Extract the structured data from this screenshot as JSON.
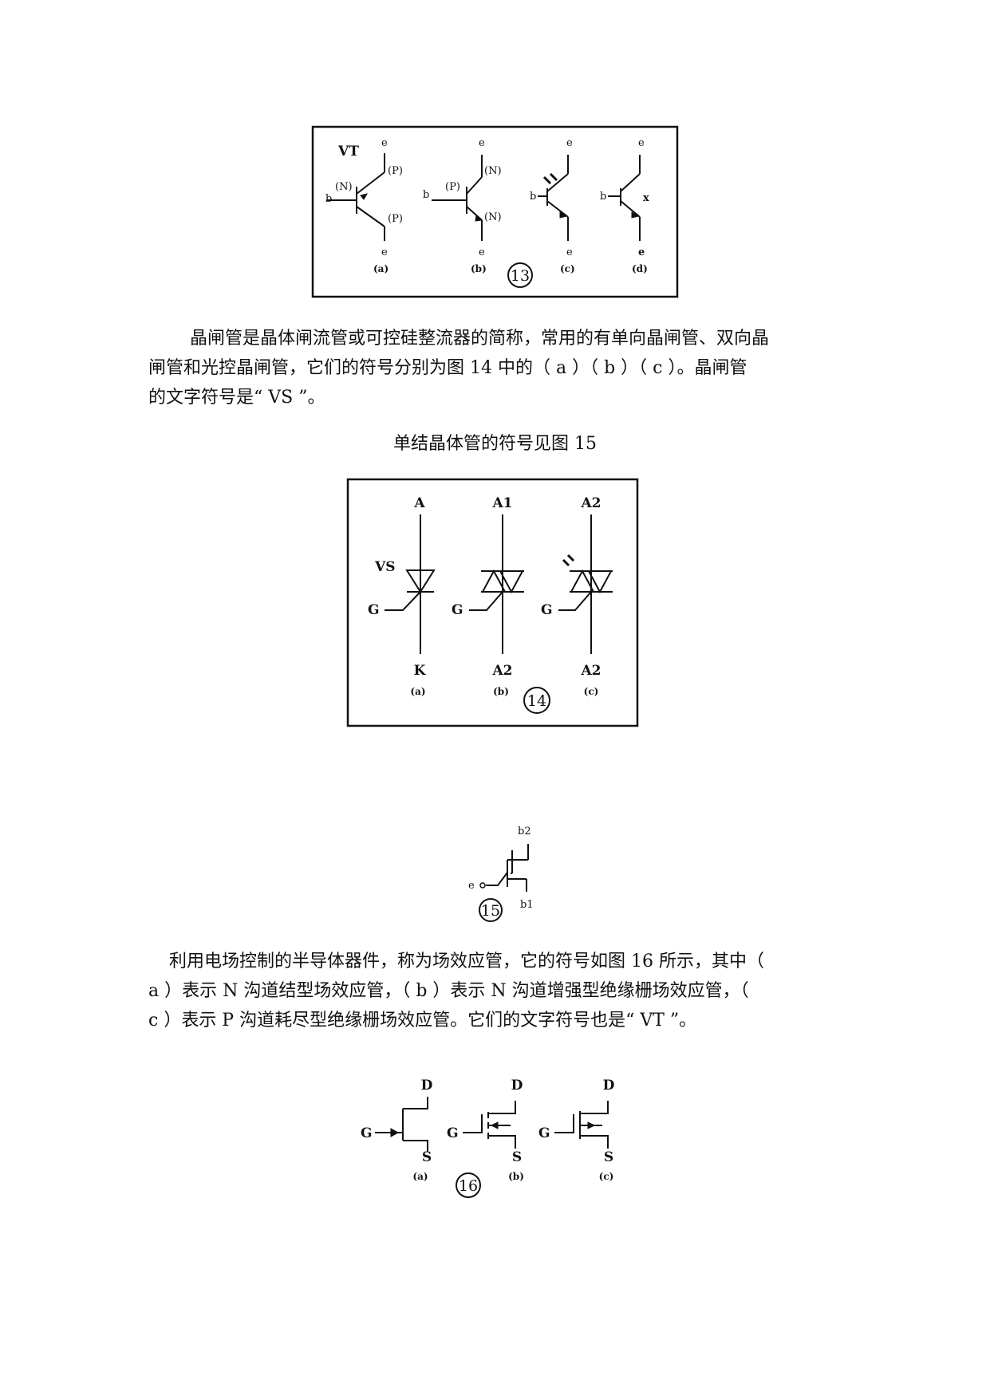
{
  "fig13": {
    "a": {
      "top": "e",
      "bottom": "e",
      "base": "b",
      "vt": "VT",
      "region_top": "(P)",
      "region_mid": "(N)",
      "region_bot": "(P)",
      "caption": "(a)"
    },
    "b": {
      "top": "e",
      "bottom": "e",
      "base": "b",
      "region_top": "(N)",
      "region_mid": "(P)",
      "region_bot": "(N)",
      "caption": "(b)"
    },
    "c": {
      "top": "e",
      "bottom": "e",
      "base": "b",
      "caption": "(c)"
    },
    "d": {
      "top": "e",
      "bottom": "e",
      "base": "b",
      "mark": "x",
      "caption": "(d)"
    },
    "number": "13"
  },
  "paragraph1": {
    "lines": [
      "晶闸管是晶体闸流管或可控硅整流器的简称，常用的有单向晶闸管、双向晶",
      "闸管和光控晶闸管，它们的符号分别为图 14 中的（ a ）（ b ）（ c ）。晶闸管",
      "的文字符号是“ VS ”。"
    ]
  },
  "caption15_text": "单结晶体管的符号见图  15",
  "fig14": {
    "a": {
      "top": "A",
      "bottom": "K",
      "gate": "G",
      "vs": "VS",
      "caption": "(a)"
    },
    "b": {
      "top": "A1",
      "bottom": "A2",
      "gate": "G",
      "caption": "(b)"
    },
    "c": {
      "top": "A2",
      "bottom": "A2",
      "gate": "G",
      "caption": "(c)"
    },
    "number": "14"
  },
  "fig15": {
    "b2": "b2",
    "b1": "b1",
    "e": "e",
    "number": "15"
  },
  "paragraph2": {
    "lines": [
      "利用电场控制的半导体器件，称为场效应管，它的符号如图 16 所示，其中（",
      "a ）表示 N 沟道结型场效应管，（ b ）表示 N 沟道增强型绝缘栅场效应管，（",
      "c ）表示 P 沟道耗尽型绝缘栅场效应管。它们的文字符号也是“ VT ”。"
    ]
  },
  "fig16": {
    "a": {
      "drain": "D",
      "source": "S",
      "gate": "G",
      "caption": "(a)"
    },
    "b": {
      "drain": "D",
      "source": "S",
      "gate": "G",
      "caption": "(b)"
    },
    "c": {
      "drain": "D",
      "source": "S",
      "gate": "G",
      "caption": "(c)"
    },
    "number": "16"
  }
}
